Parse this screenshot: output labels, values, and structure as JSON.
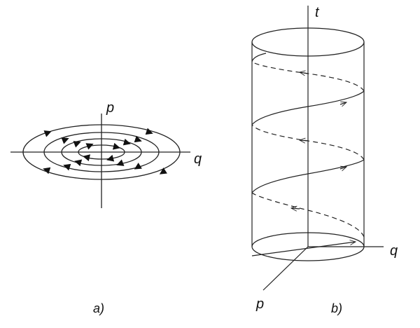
{
  "panel_a": {
    "caption": "a)",
    "axis_q": "q",
    "axis_p": "p"
  },
  "panel_b": {
    "caption": "b)",
    "axis_t": "t",
    "axis_q": "q",
    "axis_p": "p"
  },
  "colors": {
    "stroke": "#222222",
    "background": "#ffffff"
  }
}
